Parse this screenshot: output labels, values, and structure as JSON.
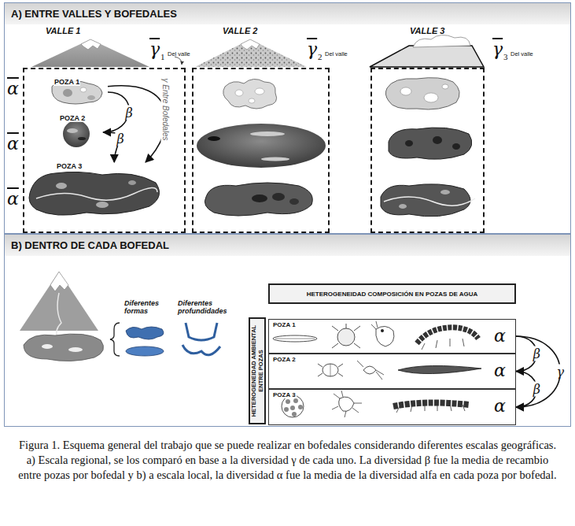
{
  "diagram": {
    "caption": "Figura 1. Esquema general del trabajo que se puede realizar en bofedales considerando diferentes escalas geográficas. a) Escala regional, se los comparó en base a la diversidad γ de cada uno. La diversidad β fue la media de recambio entre pozas por bofedal y b) a escala local, la diversidad α fue la media de la diversidad alfa en cada poza por bofedal.",
    "nodes": [
      {
        "text": [
          "A) ENTRE VALLES Y BOFEDALES"
        ]
      },
      {
        "text": [
          "VALLE 1"
        ],
        "in": 0
      },
      {
        "text": [
          "POZA 1"
        ],
        "in": 1
      },
      {
        "text": [
          "POZA 2"
        ],
        "in": 1
      },
      {
        "text": [
          "POZA 3"
        ],
        "in": 1
      },
      {
        "text": [
          "VALLE 2"
        ],
        "in": 0
      },
      {
        "text": [
          "VALLE 3"
        ],
        "in": 0
      },
      {
        "text": [
          "B) DENTRO DE CADA BOFEDAL"
        ]
      },
      {
        "text": [
          "HETEROGENEIDAD COMPOSICIÓN EN POZAS DE AGUA",
          "HETEROGENEIDAD AMBIENTAL ENTRE POZAS"
        ],
        "in": 7
      },
      {
        "text": [
          "POZA 1",
          "α"
        ],
        "in": 8
      },
      {
        "text": [
          "POZA 2",
          "α"
        ],
        "in": 8
      },
      {
        "text": [
          "POZA 3",
          "α"
        ],
        "in": 8
      }
    ],
    "edges": [
      {
        "from": 2,
        "to": 3,
        "arrow": "to",
        "label": "β"
      },
      {
        "from": 3,
        "to": 4,
        "arrow": "to",
        "label": "β"
      },
      {
        "from": 2,
        "to": 4,
        "arrow": "to",
        "label": "γ Entre Bofedales"
      },
      {
        "from": 9,
        "to": 10,
        "arrow": "to",
        "label": "β"
      },
      {
        "from": 10,
        "to": 11,
        "arrow": "to",
        "label": "β"
      },
      {
        "from": 9,
        "to": 11,
        "arrow": "to",
        "label": "γ"
      }
    ],
    "labels": [
      "γ",
      "1",
      "Del valle",
      "γ",
      "2",
      "Del valle",
      "γ",
      "3",
      "Del valle",
      "α",
      "α",
      "α",
      "Diferentes formas",
      "Diferentes profundidades"
    ]
  }
}
